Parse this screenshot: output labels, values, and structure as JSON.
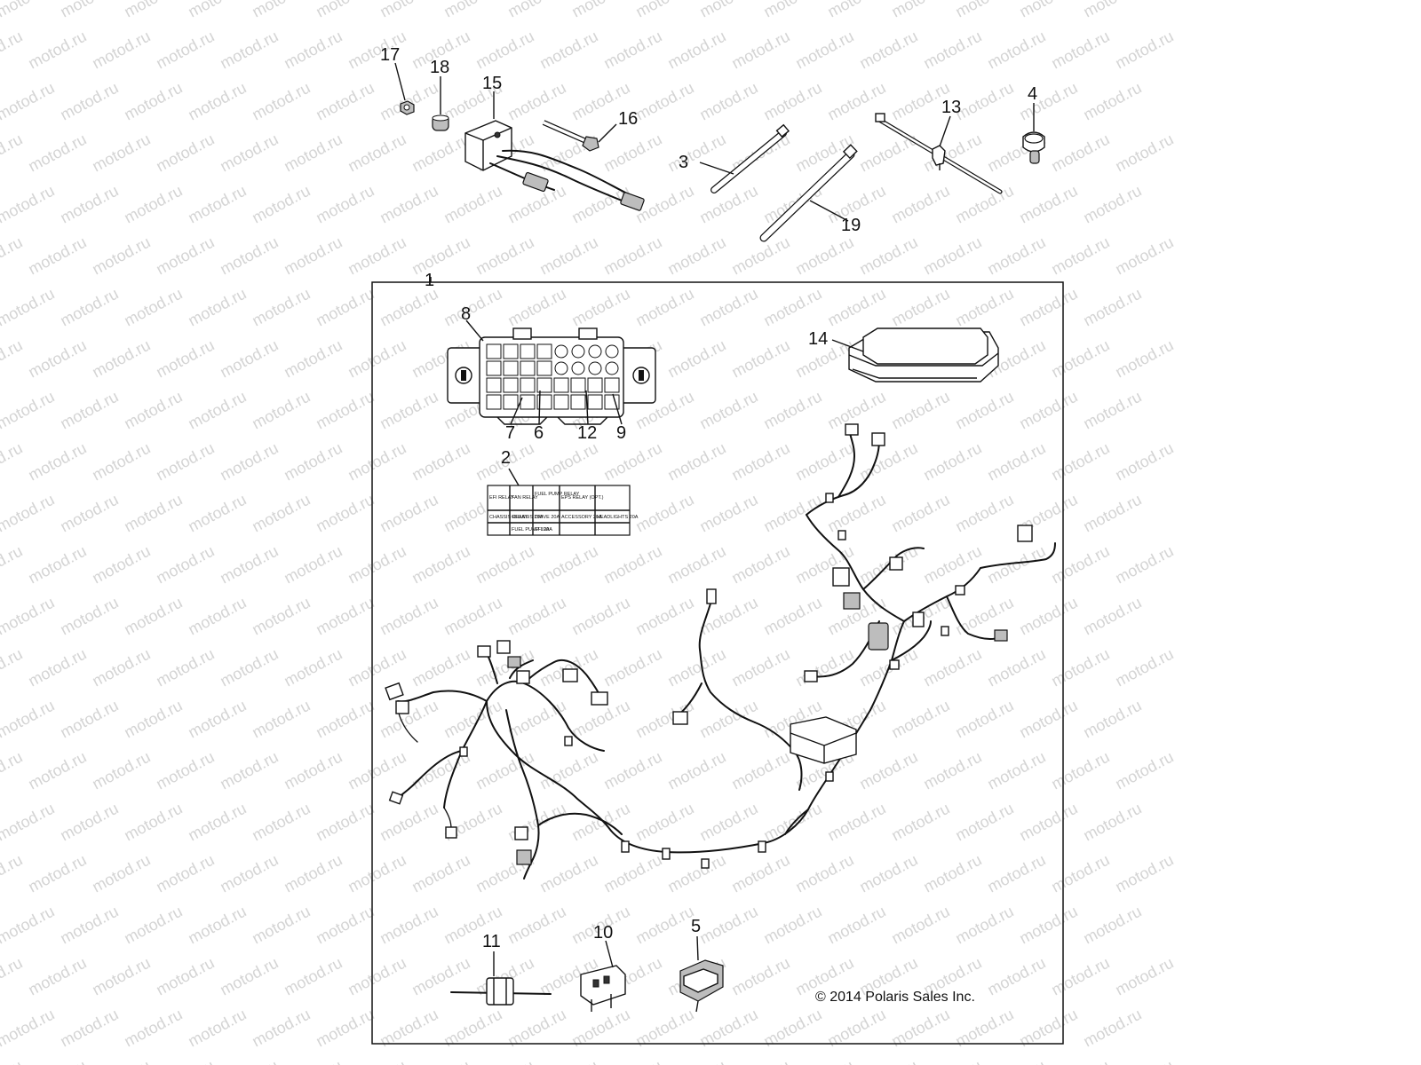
{
  "watermark": "motod.ru",
  "copyright": "© 2014 Polaris Sales Inc.",
  "callouts": {
    "c1": "1",
    "c2": "2",
    "c3": "3",
    "c4": "4",
    "c5": "5",
    "c6": "6",
    "c7": "7",
    "c8": "8",
    "c9": "9",
    "c10": "10",
    "c11": "11",
    "c12": "12",
    "c13": "13",
    "c14": "14",
    "c15": "15",
    "c16": "16",
    "c17": "17",
    "c18": "18",
    "c19": "19"
  },
  "fuse_label": {
    "efi_relay": "EFI RELAY",
    "fan_relay": "FAN RELAY",
    "fuel_pump_relay": "FUEL PUMP RELAY",
    "eps_relay": "EPS RELAY (OPT.)",
    "chassis_relay": "CHASSIS RELAY",
    "fuel_pump_fuse": "FUEL PUMP 10A",
    "chassis_fuse": "CHASSIS 20A",
    "drive_fuse": "DRIVE 20A",
    "efi_fuse": "EFI 20A",
    "accessory_fuse": "ACCESSORY 20A",
    "headlights_fuse": "HEADLIGHTS 20A"
  }
}
